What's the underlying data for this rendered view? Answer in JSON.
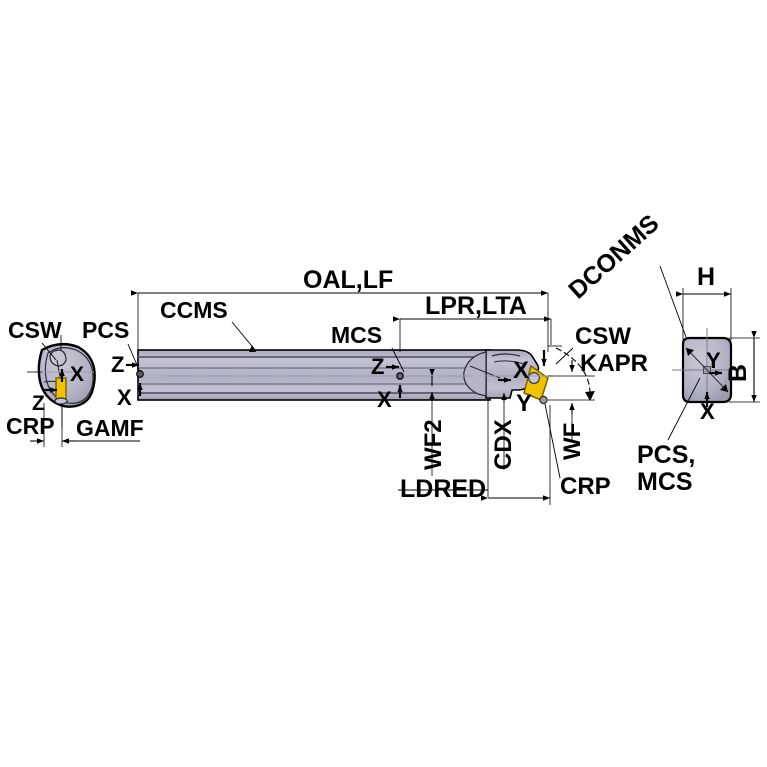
{
  "diagram": {
    "title": "Boring bar tool dimension diagram",
    "type": "technical-drawing",
    "background_color": "#ffffff",
    "line_color": "#000000",
    "body_color": "#b3b3c6",
    "body_shadow_color": "#8a8a9e",
    "insert_color": "#f2c200",
    "insert_edge_color": "#b08a00"
  },
  "labels": {
    "oal_lf": "OAL,LF",
    "ccms": "CCMS",
    "mcs": "MCS",
    "lpr_lta": "LPR,LTA",
    "csw_left": "CSW",
    "pcs_left": "PCS",
    "crp_left": "CRP",
    "gamf": "GAMF",
    "wf2": "WF2",
    "ldred": "LDRED",
    "cdx": "CDX",
    "wf": "WF",
    "crp_right": "CRP",
    "csw_right": "CSW",
    "kapr": "KAPR",
    "dconms": "DCONMS",
    "h": "H",
    "b": "B",
    "pcs_mcs_line1": "PCS,",
    "pcs_mcs_line2": "MCS"
  },
  "axes": {
    "left_view_x": "X",
    "left_view_z": "Z",
    "shaft_start_z": "Z",
    "shaft_start_x": "X",
    "mcs_z": "Z",
    "mcs_x": "X",
    "head_x": "X",
    "head_y": "Y",
    "end_view_y": "Y",
    "end_view_x": "X"
  }
}
